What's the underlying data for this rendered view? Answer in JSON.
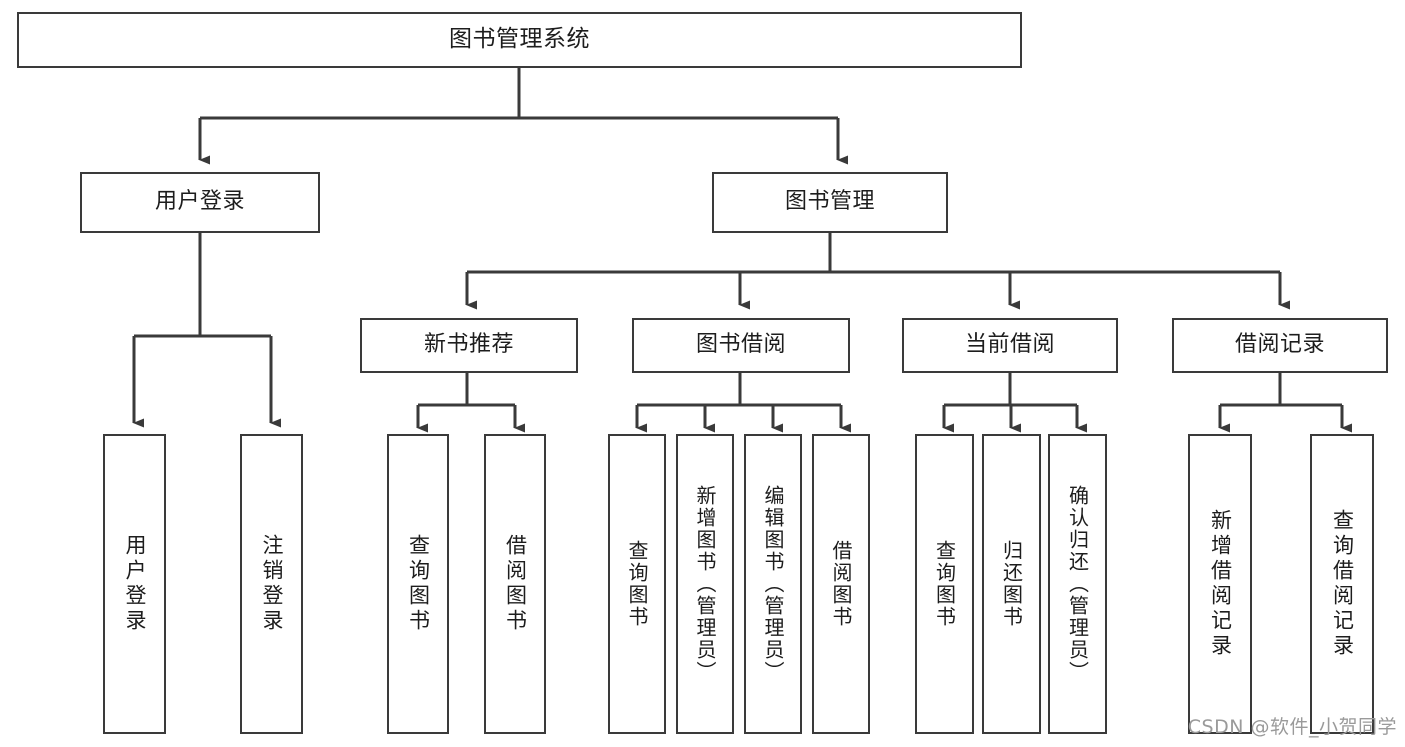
{
  "diagram": {
    "type": "tree-hierarchy",
    "title": "图书管理系统",
    "watermark": "CSDN @软件_小贺同学",
    "colors": {
      "box_border": "#3a3a3a",
      "box_fill": "#ffffff",
      "connector": "#3a3a3a",
      "text": "#1d1d1d",
      "watermark": "#9a9a9a",
      "background": "#ffffff"
    },
    "root": {
      "label": "图书管理系统"
    },
    "level2": [
      {
        "label": "用户登录"
      },
      {
        "label": "图书管理"
      }
    ],
    "level3": [
      {
        "label": "新书推荐"
      },
      {
        "label": "图书借阅"
      },
      {
        "label": "当前借阅"
      },
      {
        "label": "借阅记录"
      }
    ],
    "leaves": {
      "user_login": [
        {
          "label": "用户登录"
        },
        {
          "label": "注销登录"
        }
      ],
      "new_book_recommend": [
        {
          "label": "查询图书"
        },
        {
          "label": "借阅图书"
        }
      ],
      "book_borrow": [
        {
          "label": "查询图书"
        },
        {
          "label": "新增图书（管理员）"
        },
        {
          "label": "编辑图书（管理员）"
        },
        {
          "label": "借阅图书"
        }
      ],
      "current_borrow": [
        {
          "label": "查询图书"
        },
        {
          "label": "归还图书"
        },
        {
          "label": "确认归还（管理员）"
        }
      ],
      "borrow_record": [
        {
          "label": "新增借阅记录"
        },
        {
          "label": "查询借阅记录"
        }
      ]
    }
  }
}
